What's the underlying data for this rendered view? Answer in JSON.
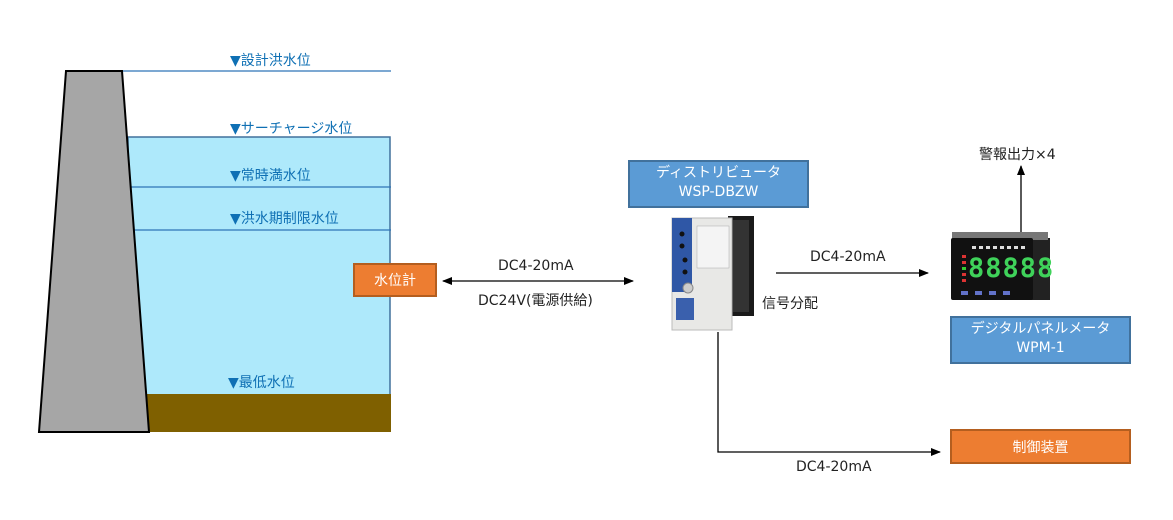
{
  "water_levels": [
    {
      "label": "▼設計洪水位"
    },
    {
      "label": "▼サーチャージ水位"
    },
    {
      "label": "▼常時満水位"
    },
    {
      "label": "▼洪水期制限水位"
    },
    {
      "label": "▼最低水位"
    }
  ],
  "sensor": {
    "label": "水位計"
  },
  "link_sensor": {
    "top": "DC4-20mA",
    "bottom": "DC24V(電源供給)"
  },
  "distributor": {
    "name": "ディストリビュータ",
    "model": "WSP-DBZW"
  },
  "link_meter": {
    "top": "DC4-20mA",
    "bottom": "信号分配"
  },
  "alarm": {
    "label": "警報出力×4"
  },
  "meter": {
    "name": "デジタルパネルメータ",
    "model": "WPM-1",
    "display": "88888"
  },
  "controller": {
    "label": "制御装置"
  },
  "link_controller": {
    "label": "DC4-20mA"
  },
  "colors": {
    "water": "#aee9fb",
    "sediment": "#7f6000",
    "dam": "#a6a6a6",
    "level_text": "#0f70b4",
    "orange": "#ed7d31",
    "blue": "#5b9bd5"
  }
}
